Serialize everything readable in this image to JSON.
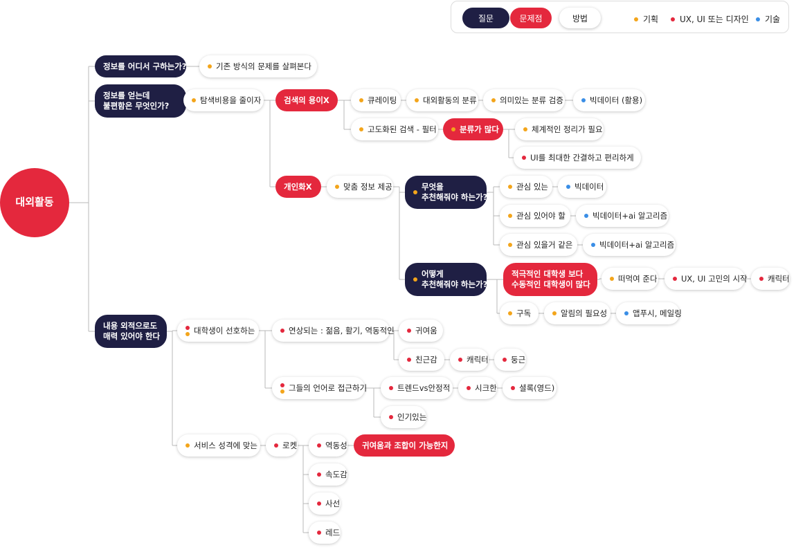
{
  "legend": {
    "pills": [
      {
        "label": "질문",
        "kind": "question"
      },
      {
        "label": "문제점",
        "kind": "problem"
      },
      {
        "label": "방법",
        "kind": "method"
      }
    ],
    "categories": [
      {
        "label": "기획",
        "color": "#f3a51b"
      },
      {
        "label": "UX, UI 또는 디자인",
        "color": "#e4283d"
      },
      {
        "label": "기술",
        "color": "#3a8ee6"
      }
    ]
  },
  "colors": {
    "question": "#1f1f44",
    "problem": "#e4283d",
    "planning": "#f3a51b",
    "design": "#e4283d",
    "tech": "#3a8ee6"
  },
  "root": {
    "label": "대외활동"
  },
  "nodes": {
    "q1": {
      "kind": "question",
      "label": "정보를 어디서 구하는가?"
    },
    "m1": {
      "kind": "method",
      "label": "기존 방식의 문제를 살펴본다",
      "cat": "planning"
    },
    "q2": {
      "kind": "question",
      "label": "정보를 얻는데\n불편함은 무엇인가?"
    },
    "m2": {
      "kind": "method",
      "label": "탐색비용을 줄이자",
      "cat": "planning"
    },
    "p1": {
      "kind": "problem",
      "label": "검색의 용이X"
    },
    "m3": {
      "kind": "method",
      "label": "큐레이팅",
      "cat": "planning"
    },
    "m4": {
      "kind": "method",
      "label": "대외활동의 분류",
      "cat": "planning"
    },
    "m5": {
      "kind": "method",
      "label": "의미있는 분류 검증",
      "cat": "planning"
    },
    "m6": {
      "kind": "method",
      "label": "빅데이터 (활용)",
      "cat": "tech"
    },
    "m7": {
      "kind": "method",
      "label": "고도화된 검색 - 필터",
      "cat": "planning"
    },
    "p2": {
      "kind": "problem",
      "label": "분류가 많다",
      "cat": "planning"
    },
    "m8": {
      "kind": "method",
      "label": "체계적인 정리가 필요",
      "cat": "planning"
    },
    "m9": {
      "kind": "method",
      "label": "UI를 최대한 간결하고 편리하게",
      "cat": "design"
    },
    "p3": {
      "kind": "problem",
      "label": "개인화X"
    },
    "m10": {
      "kind": "method",
      "label": "맞춤 정보 제공",
      "cat": "planning"
    },
    "q3": {
      "kind": "question",
      "label": "무엇을\n추천해줘야 하는가?",
      "cat": "planning"
    },
    "m11": {
      "kind": "method",
      "label": "관심 있는",
      "cat": "planning"
    },
    "m12": {
      "kind": "method",
      "label": "빅데이터",
      "cat": "tech"
    },
    "m13": {
      "kind": "method",
      "label": "관심 있어야 할",
      "cat": "planning"
    },
    "m14": {
      "kind": "method",
      "label": "빅데이터+ai 알고리즘",
      "cat": "tech"
    },
    "m15": {
      "kind": "method",
      "label": "관심 있을거 같은",
      "cat": "planning"
    },
    "m16": {
      "kind": "method",
      "label": "빅데이터+ai 알고리즘",
      "cat": "tech"
    },
    "q4": {
      "kind": "question",
      "label": "어떻게\n추천해줘야 하는가?",
      "cat": "planning"
    },
    "p4": {
      "kind": "problem",
      "label": "적극적인 대학생 보다\n수동적인 대학생이 많다"
    },
    "m17": {
      "kind": "method",
      "label": "떠먹여 준다",
      "cat": "planning"
    },
    "m18": {
      "kind": "method",
      "label": "UX, UI 고민의 시작",
      "cat": "design"
    },
    "m19": {
      "kind": "method",
      "label": "캐릭터",
      "cat": "design"
    },
    "m20": {
      "kind": "method",
      "label": "구독",
      "cat": "planning"
    },
    "m21": {
      "kind": "method",
      "label": "알림의 필요성",
      "cat": "planning"
    },
    "m22": {
      "kind": "method",
      "label": "앱푸시, 메일링",
      "cat": "tech"
    },
    "q5": {
      "kind": "question",
      "label": "내용 외적으로도\n매력 있어야 한다"
    },
    "m23": {
      "kind": "method",
      "label": "대학생이 선호하는",
      "cat2": [
        "design",
        "planning"
      ]
    },
    "m24": {
      "kind": "method",
      "label": "연상되는 : 젊음, 활기, 역동적인",
      "cat": "design"
    },
    "m25": {
      "kind": "method",
      "label": "귀여움",
      "cat": "design"
    },
    "m26": {
      "kind": "method",
      "label": "친근감",
      "cat": "design"
    },
    "m27": {
      "kind": "method",
      "label": "캐릭터",
      "cat": "design"
    },
    "m28": {
      "kind": "method",
      "label": "둥근",
      "cat": "design"
    },
    "m29": {
      "kind": "method",
      "label": "그들의 언어로 접근하기",
      "cat2": [
        "design",
        "planning"
      ]
    },
    "m30": {
      "kind": "method",
      "label": "트렌드vs안정적",
      "cat": "design"
    },
    "m31": {
      "kind": "method",
      "label": "시크한",
      "cat": "design"
    },
    "m32": {
      "kind": "method",
      "label": "셜록(영드)",
      "cat": "design"
    },
    "m33": {
      "kind": "method",
      "label": "인기있는",
      "cat": "design"
    },
    "m34": {
      "kind": "method",
      "label": "서비스 성격에 맞는",
      "cat": "planning"
    },
    "m35": {
      "kind": "method",
      "label": "로켓",
      "cat": "design"
    },
    "m36": {
      "kind": "method",
      "label": "역동성",
      "cat": "design"
    },
    "p5": {
      "kind": "problem",
      "label": "귀여움과 조합이 가능한지"
    },
    "m37": {
      "kind": "method",
      "label": "속도감",
      "cat": "design"
    },
    "m38": {
      "kind": "method",
      "label": "사선",
      "cat": "design"
    },
    "m39": {
      "kind": "method",
      "label": "레드",
      "cat": "design"
    }
  }
}
